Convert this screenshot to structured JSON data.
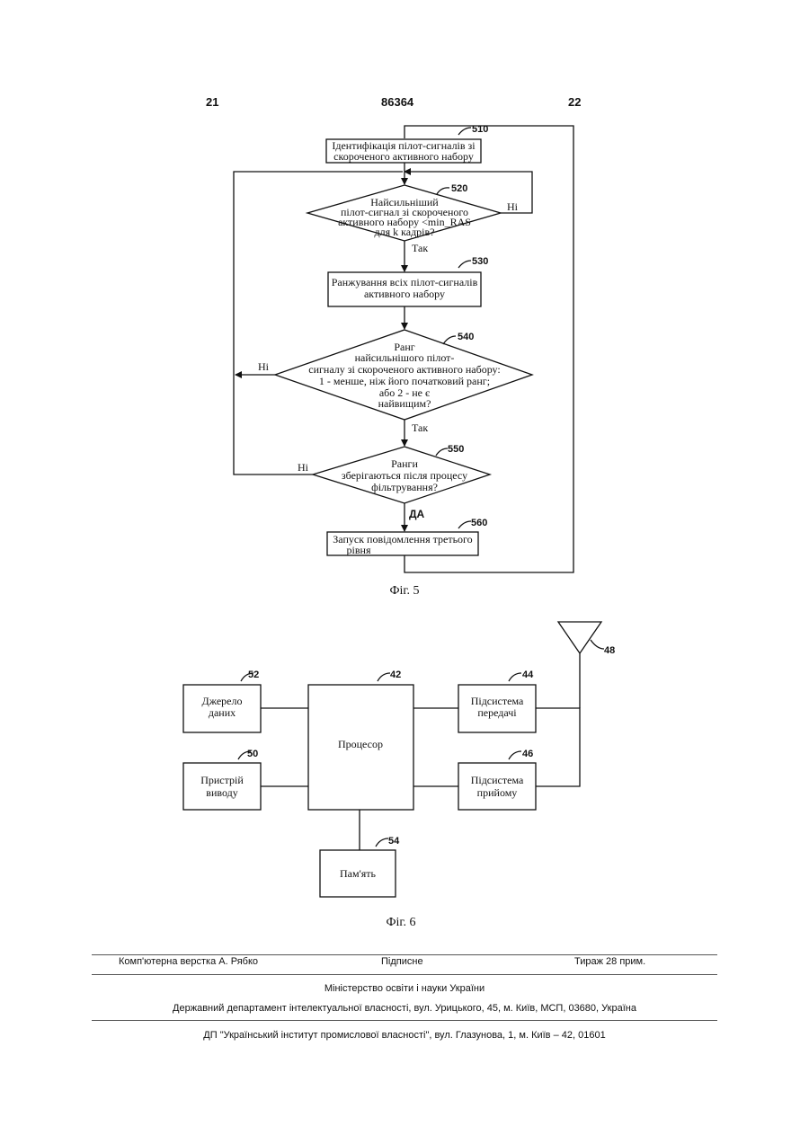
{
  "header": {
    "left_page": "21",
    "doc_number": "86364",
    "right_page": "22"
  },
  "fig5": {
    "caption": "Фіг. 5",
    "b510": {
      "ref": "510",
      "line1": "Ідентифікація пілот-сигналів зі",
      "line2": "скороченого активного набору"
    },
    "d520": {
      "ref": "520",
      "line1": "Найсильніший",
      "line2": "пілот-сигнал зі скороченого",
      "line3": "активного набору <min_RAS",
      "line4": "для k кадрів?",
      "no": "Ні",
      "yes": "Так"
    },
    "b530": {
      "ref": "530",
      "line1": "Ранжування всіх пілот-сигналів",
      "line2": "активного набору"
    },
    "d540": {
      "ref": "540",
      "line1": "Ранг",
      "line2": "найсильнішого пілот-",
      "line3": "сигналу зі скороченого активного набору:",
      "line4": "1 - менше, ніж його початковий ранг;",
      "line5": "або 2 - не є",
      "line6": "найвищим?",
      "no": "Ні",
      "yes": "Так"
    },
    "d550": {
      "ref": "550",
      "line1": "Ранги",
      "line2": "зберігаються після процесу",
      "line3": "фільтрування?",
      "no": "Ні",
      "yes": "ДА"
    },
    "b560": {
      "ref": "560",
      "line1": "Запуск повідомлення третього",
      "line2": "рівня"
    }
  },
  "fig6": {
    "caption": "Фіг. 6",
    "antenna_ref": "48",
    "b52": {
      "ref": "52",
      "line1": "Джерело",
      "line2": "даних"
    },
    "b42": {
      "ref": "42",
      "label": "Процесор"
    },
    "b44": {
      "ref": "44",
      "line1": "Підсистема",
      "line2": "передачі"
    },
    "b50": {
      "ref": "50",
      "line1": "Пристрій",
      "line2": "виводу"
    },
    "b46": {
      "ref": "46",
      "line1": "Підсистема",
      "line2": "прийому"
    },
    "b54": {
      "ref": "54",
      "label": "Пам'ять"
    }
  },
  "footer": {
    "typesetter": "Комп'ютерна верстка А. Рябко",
    "signed": "Підписне",
    "circulation": "Тираж 28 прим.",
    "ministry": "Міністерство освіти і науки України",
    "department": "Державний департамент інтелектуальної власності, вул. Урицького, 45, м. Київ, МСП, 03680, Україна",
    "institute": "ДП \"Український інститут промислової власності\", вул. Глазунова, 1, м. Київ – 42, 01601"
  }
}
